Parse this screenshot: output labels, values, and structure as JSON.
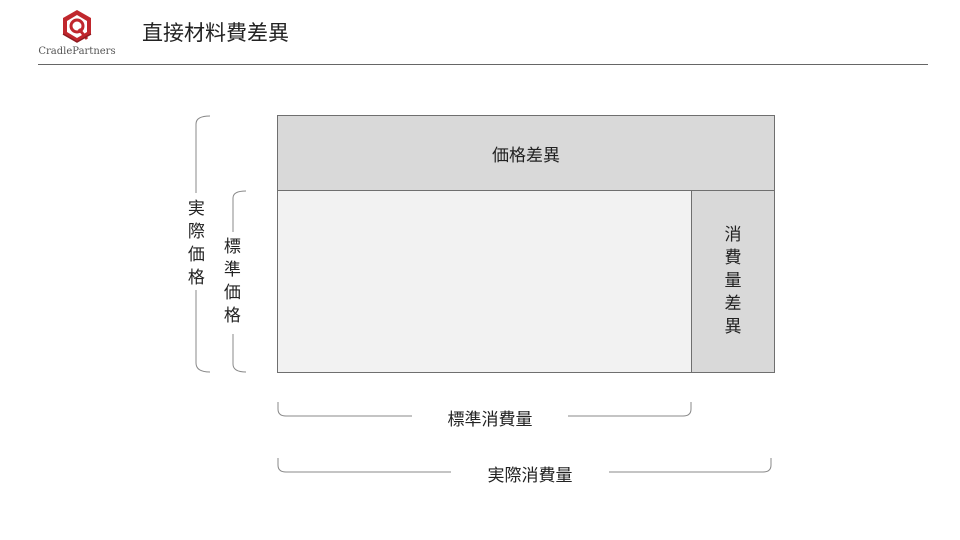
{
  "header": {
    "logo_text": "CradlePartners",
    "title": "直接材料費差異"
  },
  "diagram": {
    "price_variance": "価格差異",
    "quantity_variance": "消費量差異",
    "actual_price": "実際価格",
    "standard_price": "標準価格",
    "standard_quantity": "標準消費量",
    "actual_quantity": "実際消費量"
  },
  "colors": {
    "logo_red": "#c0272d",
    "variance_fill": "#d9d9d9",
    "standard_fill": "#f2f2f2",
    "line": "#6f6f6f"
  }
}
